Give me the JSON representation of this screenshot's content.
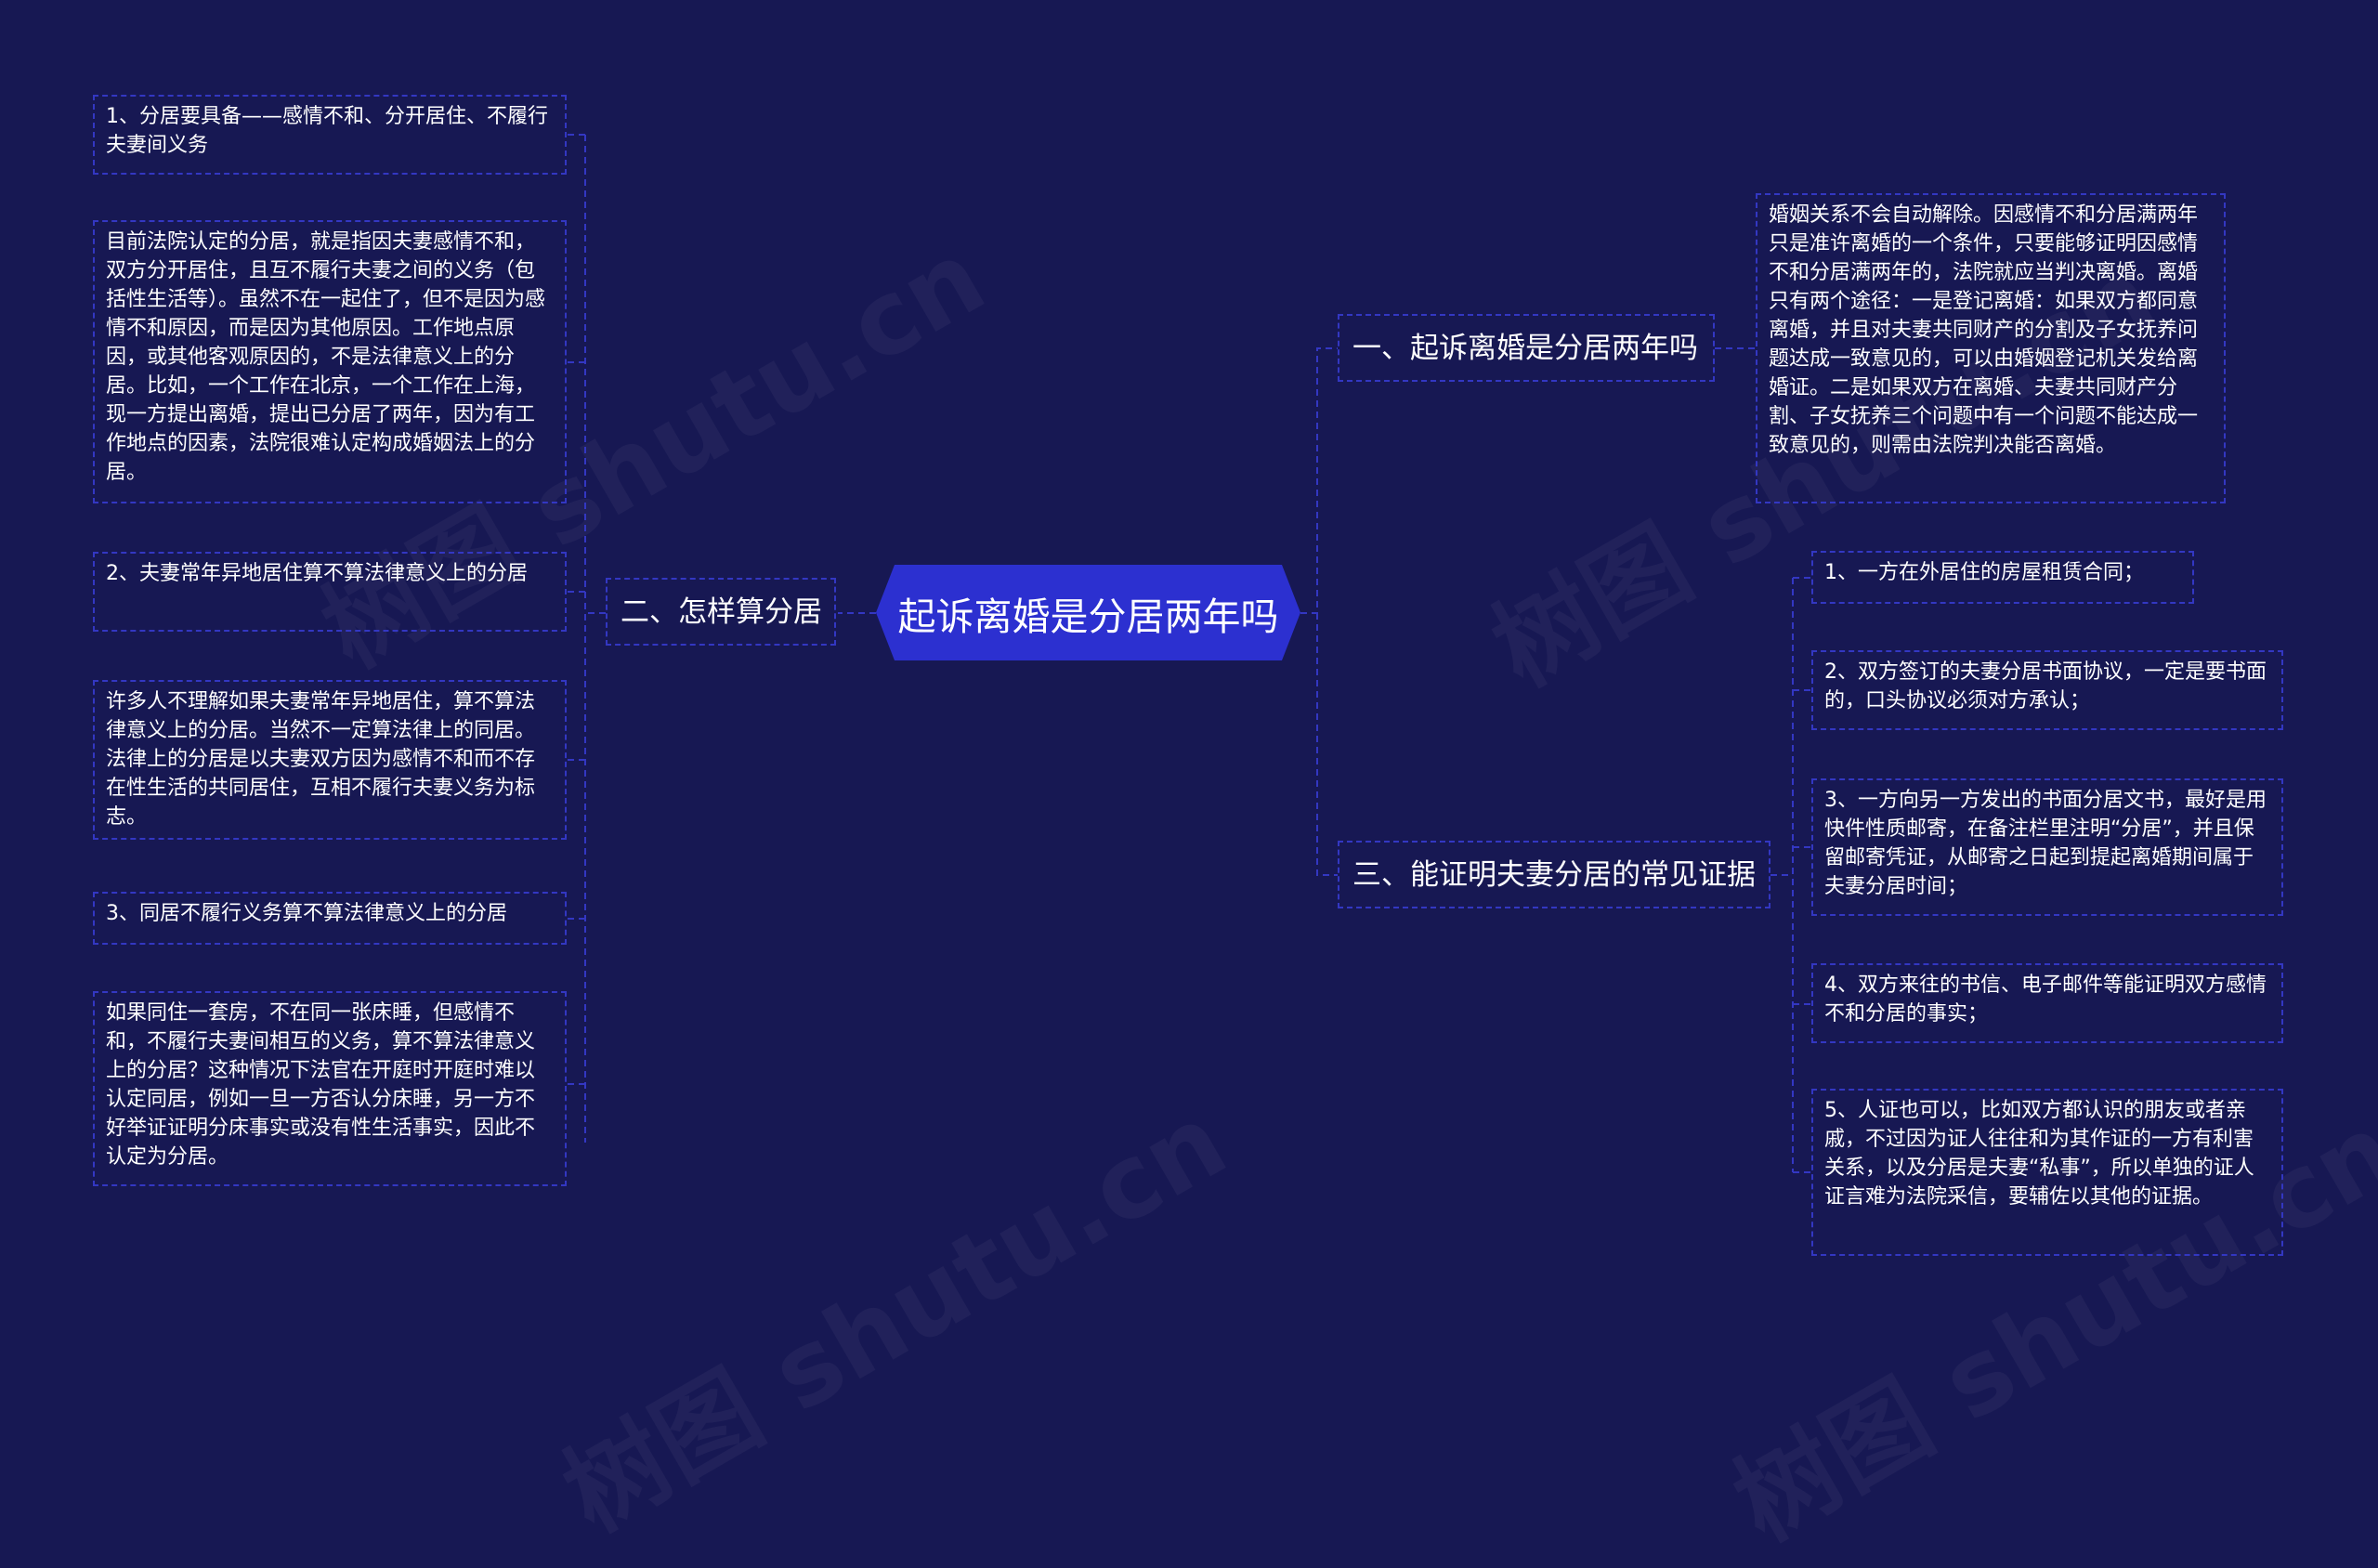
{
  "root": {
    "label": "起诉离婚是分居两年吗"
  },
  "watermark": {
    "text": "树图 shutu.cn"
  },
  "colors": {
    "background": "#171853",
    "root_fill": "#2c30d0",
    "border": "#3337c2",
    "text": "#ffffff"
  },
  "branches": {
    "b1": {
      "label": "一、起诉离婚是分居两年吗",
      "children": [
        "婚姻关系不会自动解除。因感情不和分居满两年只是准许离婚的一个条件，只要能够证明因感情不和分居满两年的，法院就应当判决离婚。离婚只有两个途径：一是登记离婚：如果双方都同意离婚，并且对夫妻共同财产的分割及子女抚养问题达成一致意见的，可以由婚姻登记机关发给离婚证。二是如果双方在离婚、夫妻共同财产分割、子女抚养三个问题中有一个问题不能达成一致意见的，则需由法院判决能否离婚。"
      ]
    },
    "b2": {
      "label": "二、怎样算分居",
      "children": [
        "1、分居要具备——感情不和、分开居住、不履行夫妻间义务",
        "目前法院认定的分居，就是指因夫妻感情不和，双方分开居住，且互不履行夫妻之间的义务（包括性生活等）。虽然不在一起住了，但不是因为感情不和原因，而是因为其他原因。工作地点原因，或其他客观原因的，不是法律意义上的分居。比如，一个工作在北京，一个工作在上海，现一方提出离婚，提出已分居了两年，因为有工作地点的因素，法院很难认定构成婚姻法上的分居。",
        "2、夫妻常年异地居住算不算法律意义上的分居",
        "许多人不理解如果夫妻常年异地居住，算不算法律意义上的分居。当然不一定算法律上的同居。法律上的分居是以夫妻双方因为感情不和而不存在性生活的共同居住，互相不履行夫妻义务为标志。",
        "3、同居不履行义务算不算法律意义上的分居",
        "如果同住一套房，不在同一张床睡，但感情不和，不履行夫妻间相互的义务，算不算法律意义上的分居？这种情况下法官在开庭时开庭时难以认定同居，例如一旦一方否认分床睡，另一方不好举证证明分床事实或没有性生活事实，因此不认定为分居。"
      ]
    },
    "b3": {
      "label": "三、能证明夫妻分居的常见证据",
      "children": [
        "1、一方在外居住的房屋租赁合同；",
        "2、双方签订的夫妻分居书面协议，一定是要书面的，口头协议必须对方承认；",
        "3、一方向另一方发出的书面分居文书，最好是用快件性质邮寄，在备注栏里注明“分居”，并且保留邮寄凭证，从邮寄之日起到提起离婚期间属于夫妻分居时间；",
        "4、双方来往的书信、电子邮件等能证明双方感情不和分居的事实；",
        "5、人证也可以，比如双方都认识的朋友或者亲戚，不过因为证人往往和为其作证的一方有利害关系，以及分居是夫妻“私事”，所以单独的证人证言难为法院采信，要辅佐以其他的证据。"
      ]
    }
  }
}
